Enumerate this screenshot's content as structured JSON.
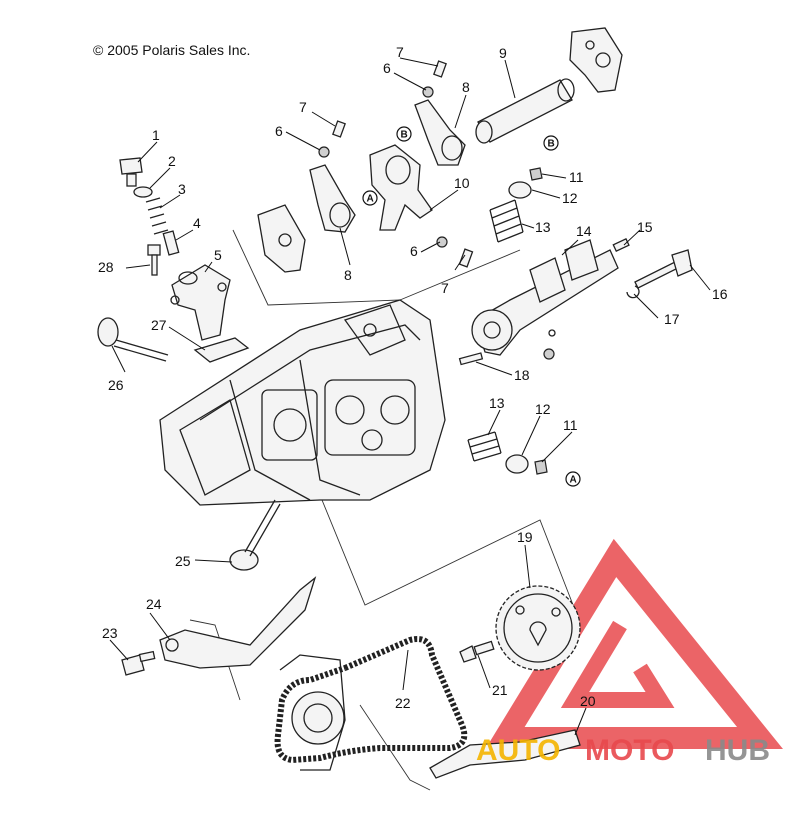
{
  "copyright": "© 2005 Polaris Sales Inc.",
  "callouts": {
    "c1": "1",
    "c2": "2",
    "c3": "3",
    "c4": "4",
    "c5": "5",
    "c6a": "6",
    "c6b": "6",
    "c6c": "6",
    "c7a": "7",
    "c7b": "7",
    "c7c": "7",
    "c8a": "8",
    "c8b": "8",
    "c9": "9",
    "c10": "10",
    "c11a": "11",
    "c11b": "11",
    "c12a": "12",
    "c12b": "12",
    "c13a": "13",
    "c13b": "13",
    "c14": "14",
    "c15": "15",
    "c16": "16",
    "c17": "17",
    "c18": "18",
    "c19": "19",
    "c20": "20",
    "c21": "21",
    "c22": "22",
    "c23": "23",
    "c24": "24",
    "c25": "25",
    "c26": "26",
    "c27": "27",
    "c28": "28"
  },
  "references": {
    "a1": "A",
    "a2": "A",
    "b1": "B",
    "b2": "B"
  },
  "watermark": {
    "text_auto": "AUTO",
    "text_moto": "MOTO",
    "text_hub": "HUB",
    "color_primary": "#e8494d",
    "color_secondary": "#f4b400",
    "color_hub": "#8a8a8a"
  }
}
